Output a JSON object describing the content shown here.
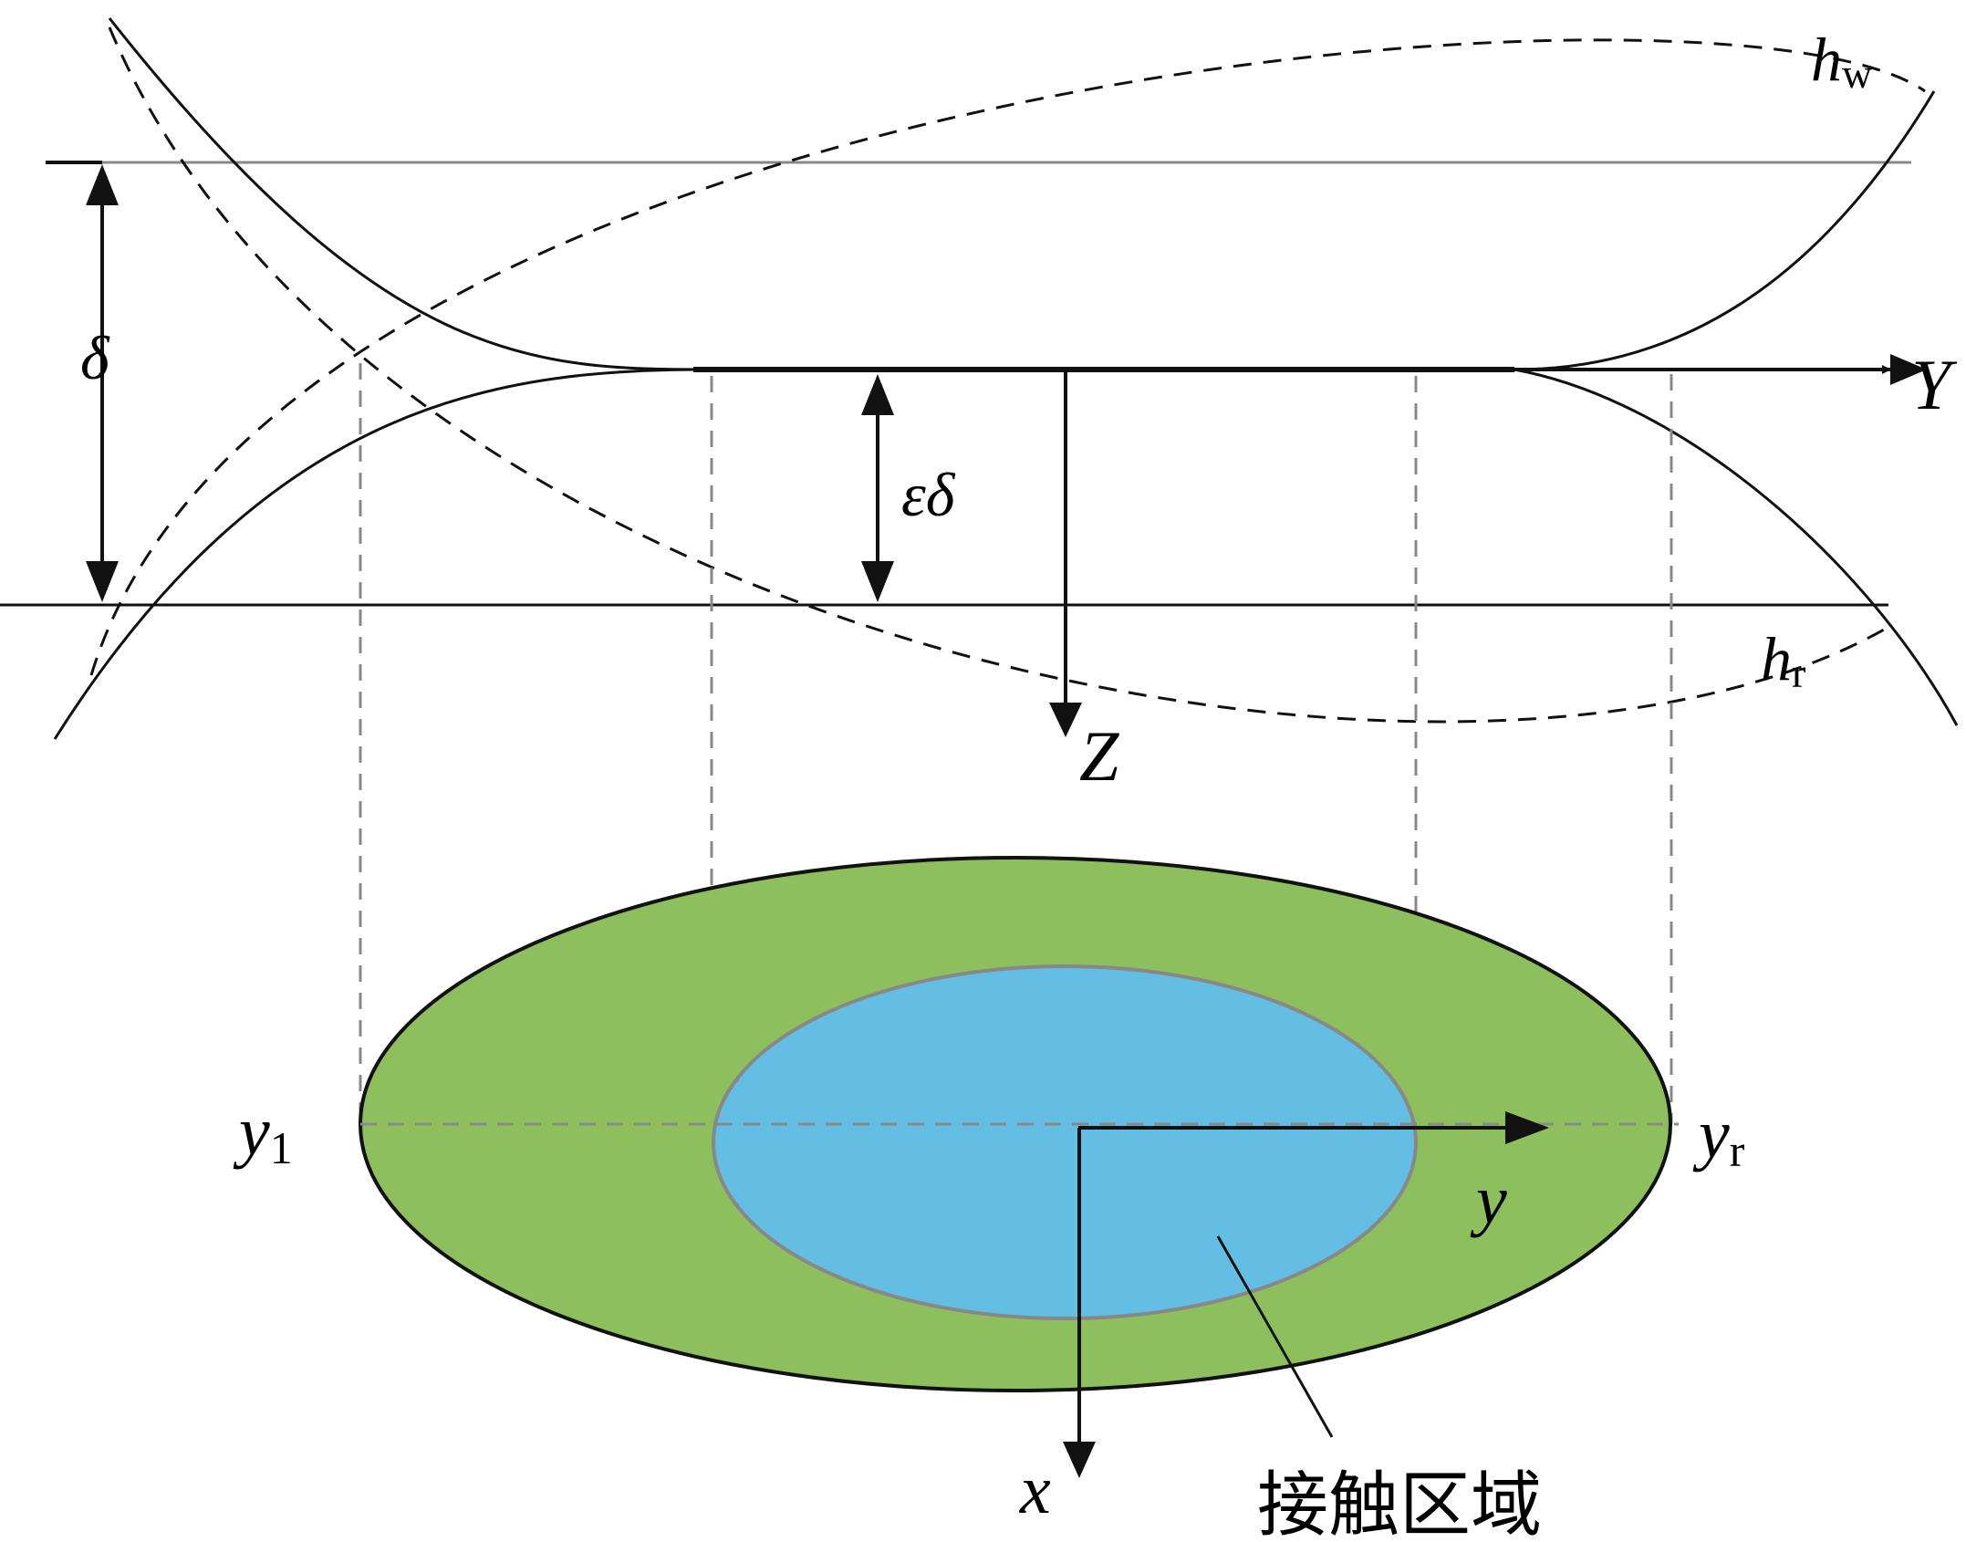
{
  "labels": {
    "h_w_main": "h",
    "h_w_sub": "w",
    "h_r_main": "h",
    "h_r_sub": "r",
    "delta": "δ",
    "eps_delta": "εδ",
    "axis_Y": "Y",
    "axis_Z": "Z",
    "y_l_main": "y",
    "y_l_sub": "1",
    "y_r_main": "y",
    "y_r_sub": "r",
    "axis_y": "y",
    "axis_x": "x",
    "contact_region": "接触区域"
  },
  "colors": {
    "outer_region": "#8dbf5c",
    "inner_region": "#64bde3",
    "ink": "#111111",
    "guide": "#888888"
  }
}
